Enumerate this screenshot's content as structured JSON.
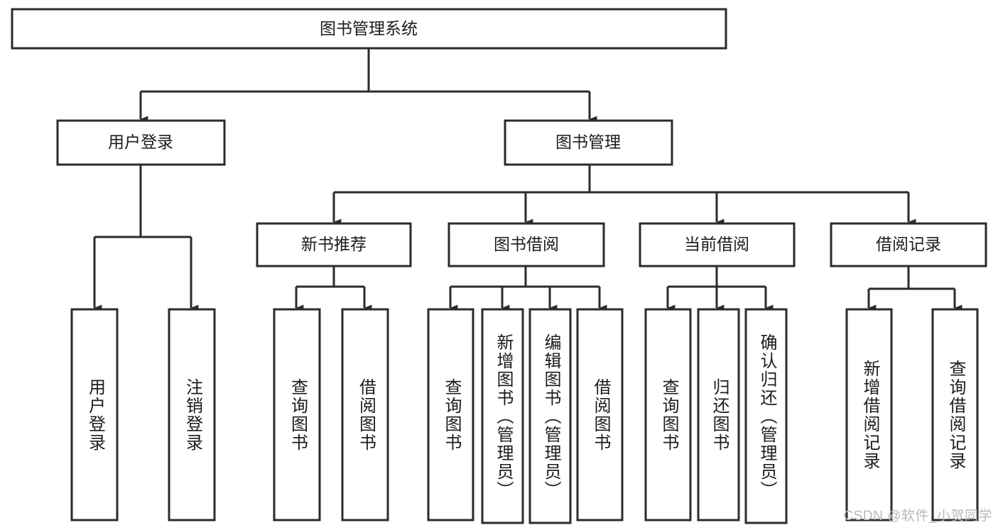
{
  "diagram": {
    "title": "图书管理系统",
    "type": "function-tree",
    "root": {
      "id": "root",
      "label": "图书管理系统",
      "orientation": "horizontal"
    },
    "level2": [
      {
        "id": "user-login",
        "label": "用户登录",
        "orientation": "horizontal"
      },
      {
        "id": "book-manage",
        "label": "图书管理",
        "orientation": "horizontal"
      }
    ],
    "level3": [
      {
        "id": "new-book-recommend",
        "label": "新书推荐",
        "orientation": "horizontal",
        "parent": "book-manage"
      },
      {
        "id": "book-borrow",
        "label": "图书借阅",
        "orientation": "horizontal",
        "parent": "book-manage"
      },
      {
        "id": "current-borrow",
        "label": "当前借阅",
        "orientation": "horizontal",
        "parent": "book-manage"
      },
      {
        "id": "borrow-record",
        "label": "借阅记录",
        "orientation": "horizontal",
        "parent": "book-manage"
      }
    ],
    "leaves": [
      {
        "id": "leaf-user-login",
        "label": "用户登录",
        "parent": "user-login",
        "orientation": "vertical"
      },
      {
        "id": "leaf-logout-login",
        "label": "注销登录",
        "parent": "user-login",
        "orientation": "vertical"
      },
      {
        "id": "leaf-query-book-1",
        "label": "查询图书",
        "parent": "new-book-recommend",
        "orientation": "vertical"
      },
      {
        "id": "leaf-borrow-book-1",
        "label": "借阅图书",
        "parent": "new-book-recommend",
        "orientation": "vertical"
      },
      {
        "id": "leaf-query-book-2",
        "label": "查询图书",
        "parent": "book-borrow",
        "orientation": "vertical"
      },
      {
        "id": "leaf-add-book",
        "label": "新增图书（管理员）",
        "parent": "book-borrow",
        "orientation": "vertical"
      },
      {
        "id": "leaf-edit-book",
        "label": "编辑图书（管理员）",
        "parent": "book-borrow",
        "orientation": "vertical"
      },
      {
        "id": "leaf-borrow-book-2",
        "label": "借阅图书",
        "parent": "book-borrow",
        "orientation": "vertical"
      },
      {
        "id": "leaf-query-book-3",
        "label": "查询图书",
        "parent": "current-borrow",
        "orientation": "vertical"
      },
      {
        "id": "leaf-return-book",
        "label": "归还图书",
        "parent": "current-borrow",
        "orientation": "vertical"
      },
      {
        "id": "leaf-confirm-return",
        "label": "确认归还（管理员）",
        "parent": "current-borrow",
        "orientation": "vertical"
      },
      {
        "id": "leaf-add-record",
        "label": "新增借阅记录",
        "parent": "borrow-record",
        "orientation": "vertical"
      },
      {
        "id": "leaf-query-record",
        "label": "查询借阅记录",
        "parent": "borrow-record",
        "orientation": "vertical"
      }
    ],
    "colors": {
      "stroke": "#2b2b2b",
      "box_fill": "#ffffff",
      "text": "#1c1c1c",
      "background": "#ffffff",
      "watermark": "#b9b9b9"
    }
  },
  "watermark": {
    "text": "CSDN @软件_小贺同学"
  }
}
